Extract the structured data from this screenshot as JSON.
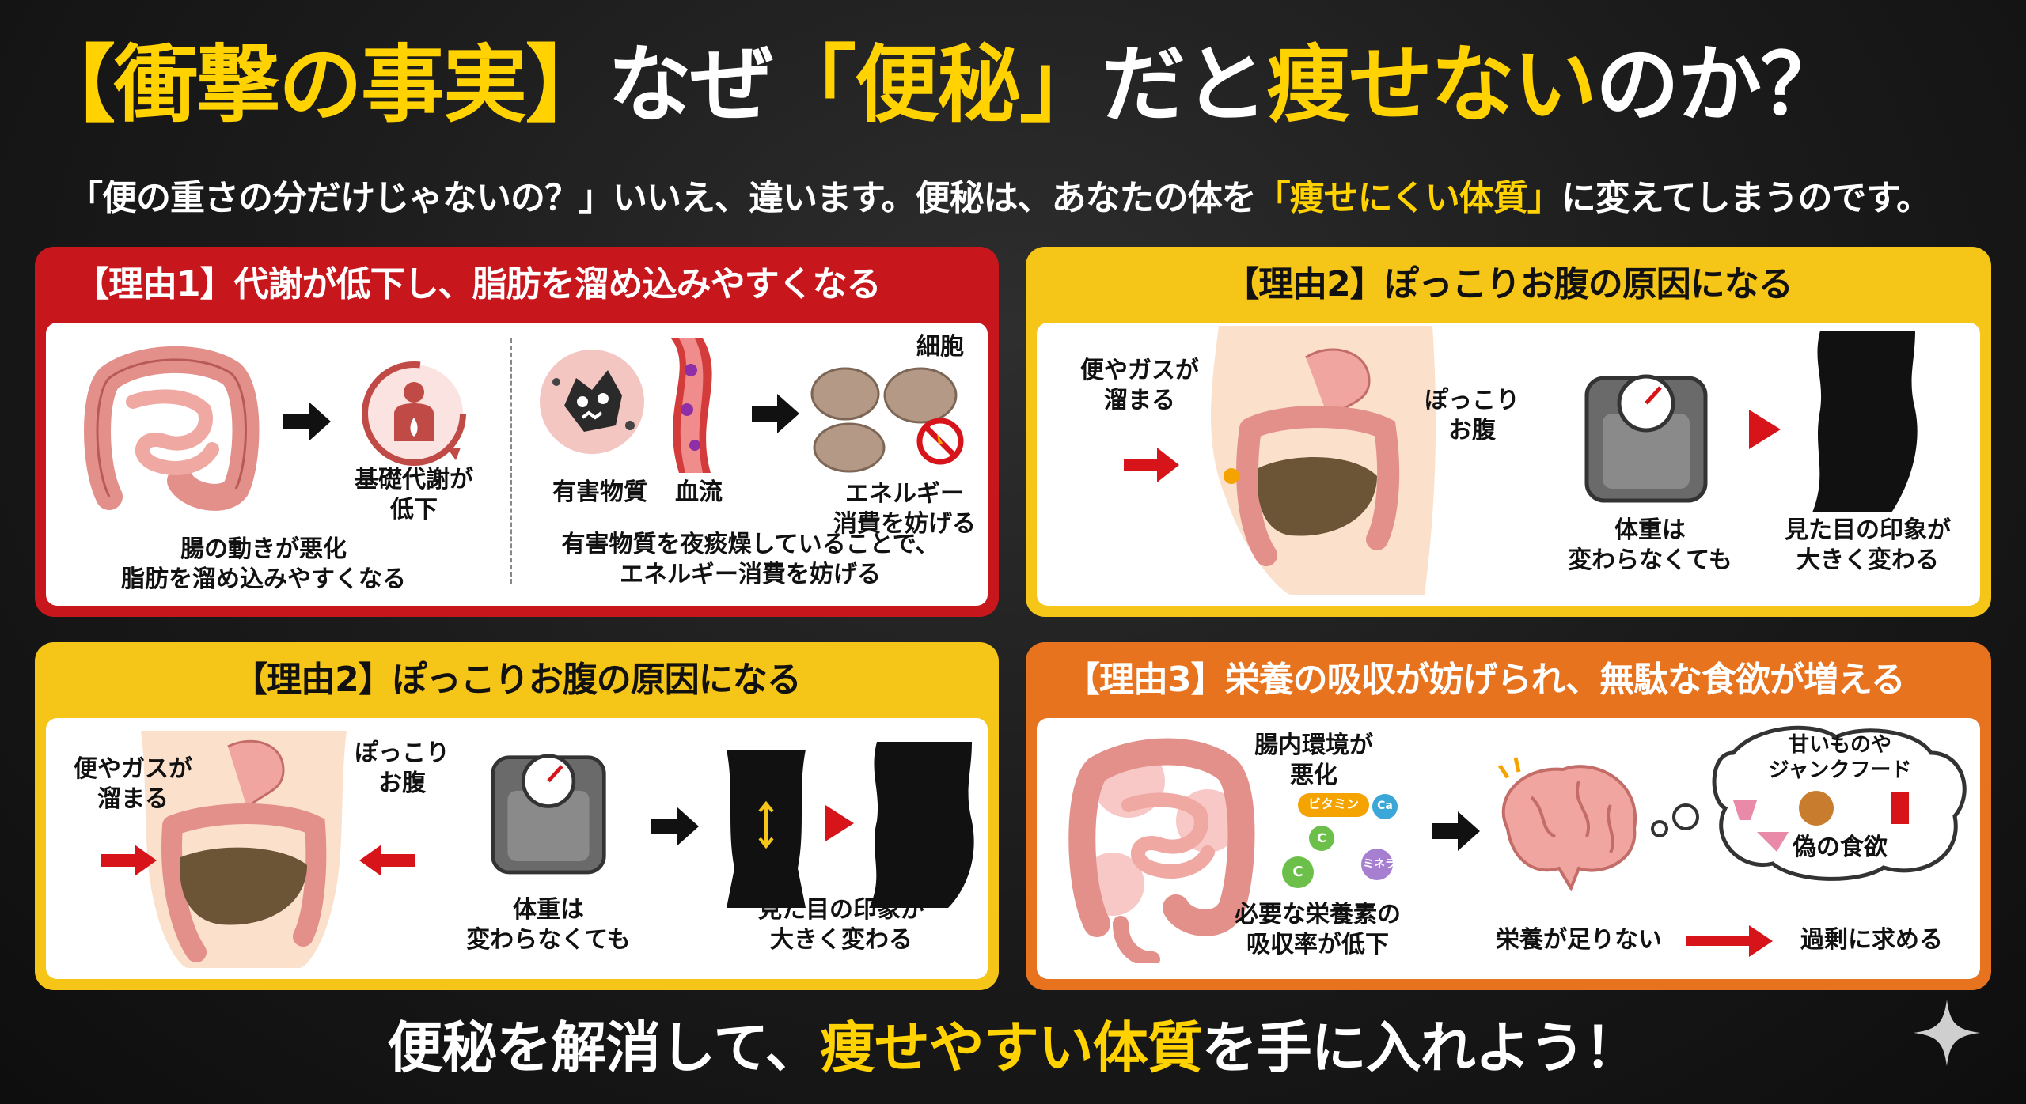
{
  "title": {
    "part1": "【衝撃の事実】",
    "part2": "なぜ",
    "part3": "「便秘」",
    "part4": "だと",
    "part5": "痩せない",
    "part6": "のか？"
  },
  "subtitle": {
    "part1": "「便の重さの分だけじゃないの？」いいえ、違います。便秘は、あなたの体を",
    "part2": "「痩せにくい体質」",
    "part3": "に変えてしまうのです。"
  },
  "panel1": {
    "heading": "【理由1】代謝が低下し、脂肪を溜め込みやすくなる",
    "metabolism_label": [
      "基礎代謝が",
      "低下"
    ],
    "intestine_caption": [
      "腸の動きが悪化",
      "脂肪を溜め込みやすくなる"
    ],
    "toxin_label": "有害物質",
    "blood_label": "血流",
    "cell_label": "細胞",
    "energy_label": [
      "エネルギー",
      "消費を妨げる"
    ],
    "toxin_caption": [
      "有害物質を夜痰燥していることで、",
      "エネルギー消費を妨げる"
    ]
  },
  "panel2": {
    "heading": "【理由2】ぽっこりお腹の原因になる",
    "gas_label": [
      "便やガスが",
      "溜まる"
    ],
    "belly_label": [
      "ぽっこり",
      "お腹"
    ],
    "weight_label": [
      "体重は",
      "変わらなくても"
    ],
    "look_label": [
      "見た目の印象が",
      "大きく変わる"
    ]
  },
  "panel3": {
    "heading": "【理由2】ぽっこりお腹の原因になる",
    "gas_label": [
      "便やガスが",
      "溜まる"
    ],
    "belly_label": [
      "ぽっこり",
      "お腹"
    ],
    "weight_label": [
      "体重は",
      "変わらなくても"
    ],
    "look_label": [
      "見た目の印象が",
      "大きく変わる"
    ]
  },
  "panel4": {
    "heading": "【理由3】栄養の吸収が妨げられ、無駄な食欲が増える",
    "env_label": [
      "腸内環境が",
      "悪化"
    ],
    "nutrients": [
      "ビタミン",
      "Ca",
      "C",
      "C",
      "ミネラル"
    ],
    "absorb_label": [
      "必要な栄養素の",
      "吸収率が低下"
    ],
    "craving_label": [
      "甘いものや",
      "ジャンクフード"
    ],
    "fake_appetite": "偽の食欲",
    "lack_label": "栄養が足りない",
    "excess_label": "過剰に求める"
  },
  "footer": {
    "part1": "便秘を解消して、",
    "part2": "痩せやすい体質",
    "part3": "を手に入れよう！"
  },
  "colors": {
    "accent_yellow": "#ffd200",
    "reason1_red": "#c8161d",
    "reason2_yellow": "#f5c518",
    "reason3_orange": "#e8731f",
    "arrow_red": "#d7141a"
  },
  "icons": [
    "intestine-icon",
    "metabolism-body-icon",
    "toxin-icon",
    "blood-vessel-icon",
    "fat-cell-icon",
    "prohibited-icon",
    "torso-icon",
    "scale-icon",
    "silhouette-icon",
    "brain-icon",
    "food-icon",
    "sparkle-icon"
  ]
}
